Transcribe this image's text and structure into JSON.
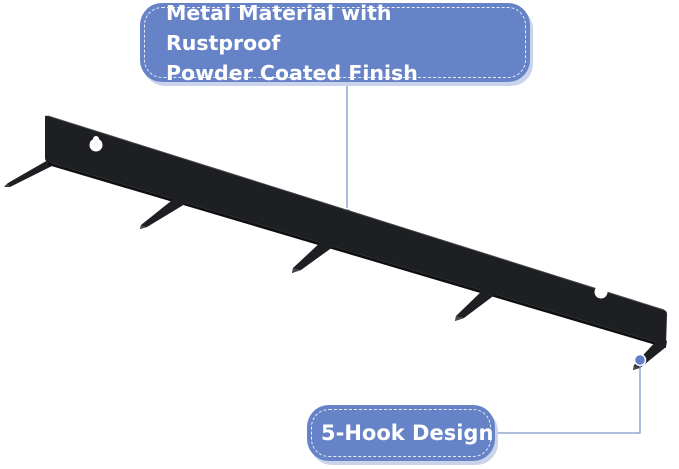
{
  "colors": {
    "callout_fill": "#6683c8",
    "callout_shadow": "#c9d3ea",
    "leader_line": "#7f96cc",
    "rack_metal": "#1e1f22",
    "rack_edge": "#3a3c40",
    "background": "#ffffff"
  },
  "callouts": [
    {
      "id": "material",
      "lines": [
        "Metal Material with Rustproof",
        "Powder Coated Finish"
      ]
    },
    {
      "id": "hooks",
      "lines": [
        "5-Hook Design"
      ]
    }
  ],
  "product": {
    "icon": "wall-hook-rack",
    "hook_count": 5,
    "keyhole_count": 2
  }
}
